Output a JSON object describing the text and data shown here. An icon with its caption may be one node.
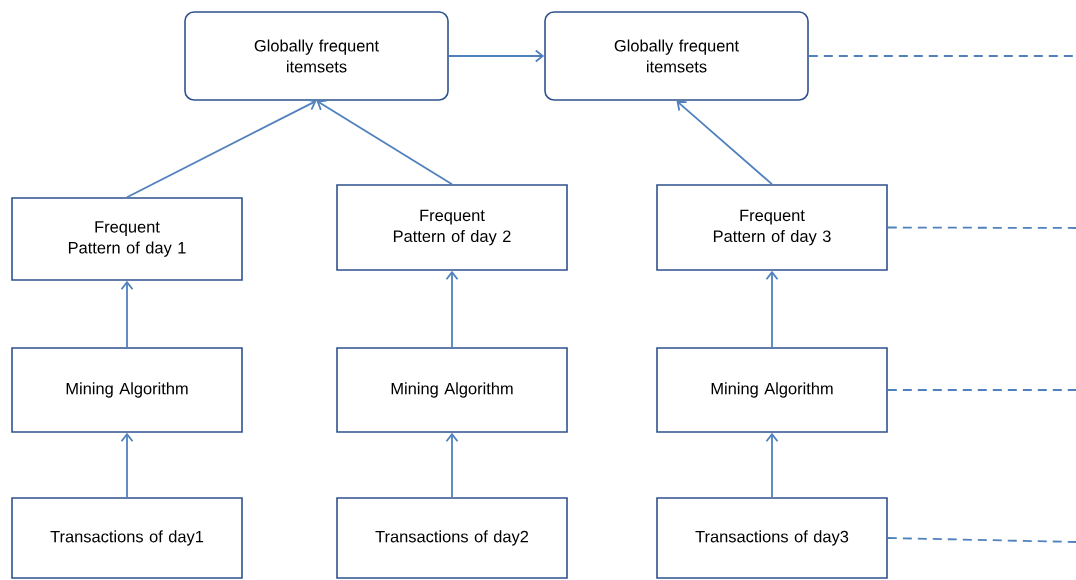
{
  "diagram": {
    "nodes": [
      {
        "text": [
          "Globally frequent itemsets"
        ]
      },
      {
        "text": [
          "Globally frequent itemsets"
        ]
      },
      {
        "text": [
          "Frequent Pattern of day 1"
        ]
      },
      {
        "text": [
          "Frequent Pattern of day 2"
        ]
      },
      {
        "text": [
          "Frequent Pattern of day 3"
        ]
      },
      {
        "text": [
          "Mining Algorithm"
        ]
      },
      {
        "text": [
          "Mining Algorithm"
        ]
      },
      {
        "text": [
          "Mining Algorithm"
        ]
      },
      {
        "text": [
          "Transactions of day1"
        ]
      },
      {
        "text": [
          "Transactions of day2"
        ]
      },
      {
        "text": [
          "Transactions of day3"
        ]
      }
    ],
    "edges": [
      {
        "from": 0,
        "to": 1,
        "arrow": "to"
      },
      {
        "from": 2,
        "to": 0,
        "arrow": "to"
      },
      {
        "from": 3,
        "to": 0,
        "arrow": "to"
      },
      {
        "from": 4,
        "to": 1,
        "arrow": "to"
      },
      {
        "from": 5,
        "to": 2,
        "arrow": "to"
      },
      {
        "from": 6,
        "to": 3,
        "arrow": "to"
      },
      {
        "from": 7,
        "to": 4,
        "arrow": "to"
      },
      {
        "from": 8,
        "to": 5,
        "arrow": "to"
      },
      {
        "from": 9,
        "to": 6,
        "arrow": "to"
      },
      {
        "from": 10,
        "to": 7,
        "arrow": "to"
      },
      {
        "from": 1,
        "to": null,
        "arrow": "none",
        "style": "dashed"
      },
      {
        "from": 4,
        "to": null,
        "arrow": "none",
        "style": "dashed"
      },
      {
        "from": 7,
        "to": null,
        "arrow": "none",
        "style": "dashed"
      },
      {
        "from": 10,
        "to": null,
        "arrow": "none",
        "style": "dashed"
      }
    ]
  }
}
